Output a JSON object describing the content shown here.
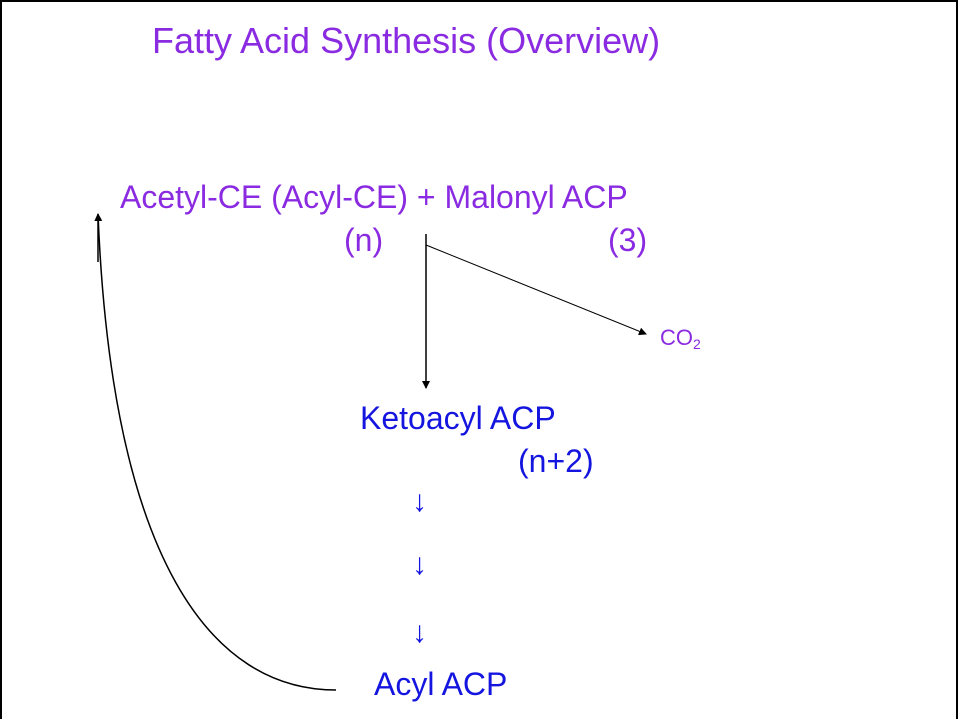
{
  "slide": {
    "title": "Fatty Acid Synthesis (Overview)"
  },
  "pathway": {
    "reactants": "Acetyl-CE (Acyl-CE) + Malonyl  ACP",
    "acyl_carbon_label": "(n)",
    "malonyl_carbon_label": "(3)",
    "byproduct_main": "CO",
    "byproduct_sub": "2",
    "intermediate": "Ketoacyl ACP",
    "intermediate_carbon_label": "(n+2)",
    "step_arrow_1": "↓",
    "step_arrow_2": "↓",
    "step_arrow_3": "↓",
    "product": "Acyl ACP"
  },
  "colors": {
    "title": "#8a2be2",
    "reactants": "#8a2be2",
    "intermediate": "#1515e0",
    "arrows": "#000000"
  }
}
